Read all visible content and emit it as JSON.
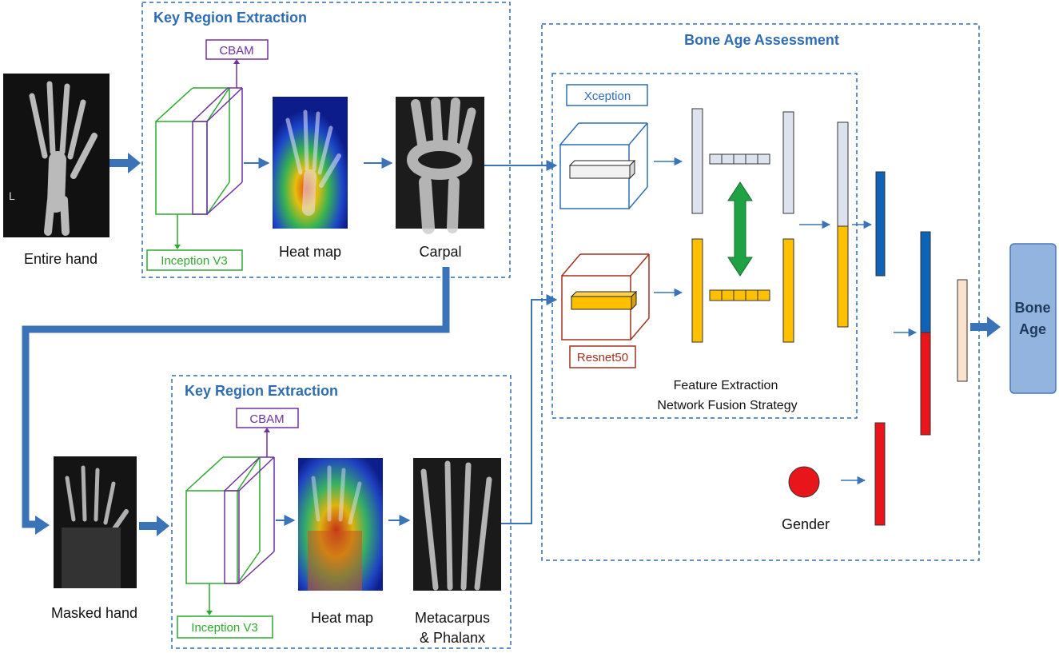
{
  "panels": {
    "top_region_title": "Key Region Extraction",
    "bottom_region_title": "Key Region Extraction",
    "assessment_title": "Bone Age Assessment"
  },
  "labels": {
    "entire_hand": "Entire hand",
    "heat_map_top": "Heat map",
    "carpal": "Carpal",
    "masked_hand": "Masked hand",
    "heat_map_bottom": "Heat map",
    "metacarpus_line1": "Metacarpus",
    "metacarpus_line2": "& Phalanx",
    "cbam_top": "CBAM",
    "cbam_bottom": "CBAM",
    "inception_top": "Inception V3",
    "inception_bottom": "Inception V3",
    "xception": "Xception",
    "resnet": "Resnet50",
    "fusion_line1": "Feature Extraction",
    "fusion_line2": "Network  Fusion Strategy",
    "gender": "Gender",
    "bone_age_line1": "Bone",
    "bone_age_line2": "Age"
  },
  "colors": {
    "panel_border": "#2e6db4",
    "title_blue": "#2e6db4",
    "arrow_blue": "#3b73b9",
    "inception_green": "#2ea82e",
    "cbam_purple": "#7030a0",
    "resnet_red": "#a0311f",
    "feature_yellow": "#ffc000",
    "feature_gray": "#dce3ee",
    "bar_blue": "#0e63b7",
    "bar_red": "#e8161b",
    "bar_peach": "#fbe2cc",
    "double_arrow_green": "#1fa243",
    "output_box": "#92b4de"
  }
}
